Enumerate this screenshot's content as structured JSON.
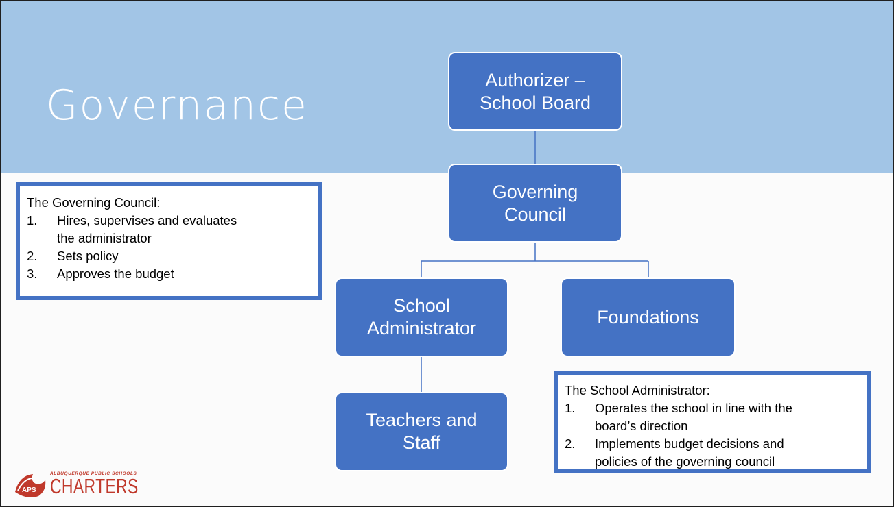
{
  "slide": {
    "title": "Governance"
  },
  "org_chart": {
    "nodes": [
      {
        "id": "authorizer",
        "lines": [
          "Authorizer –",
          "School Board"
        ]
      },
      {
        "id": "governing-council",
        "lines": [
          "Governing",
          "Council"
        ]
      },
      {
        "id": "school-administrator",
        "lines": [
          "School",
          "Administrator"
        ]
      },
      {
        "id": "foundations",
        "lines": [
          "Foundations"
        ]
      },
      {
        "id": "teachers-staff",
        "lines": [
          "Teachers and",
          "Staff"
        ]
      }
    ],
    "edges": [
      [
        "authorizer",
        "governing-council"
      ],
      [
        "governing-council",
        "school-administrator"
      ],
      [
        "governing-council",
        "foundations"
      ],
      [
        "school-administrator",
        "teachers-staff"
      ]
    ]
  },
  "callouts": {
    "governing_council": {
      "heading": "The Governing Council:",
      "items": [
        {
          "num": "1.",
          "lines": [
            "Hires, supervises and evaluates",
            "the administrator"
          ]
        },
        {
          "num": "2.",
          "lines": [
            "Sets policy"
          ]
        },
        {
          "num": "3.",
          "lines": [
            "Approves the budget"
          ]
        }
      ]
    },
    "school_administrator": {
      "heading": "The School Administrator:",
      "items": [
        {
          "num": "1.",
          "lines": [
            "Operates the school in line with the",
            "board’s direction"
          ]
        },
        {
          "num": "2.",
          "lines": [
            "Implements budget decisions and",
            "policies of the governing council"
          ]
        }
      ]
    }
  },
  "logo": {
    "small_text": "ALBUQUERQUE PUBLIC SCHOOLS",
    "big_text": "CHARTERS",
    "mark_text": "APS"
  },
  "colors": {
    "header_band": "#a2c5e6",
    "node_fill": "#4472c4",
    "connector": "#4472c4",
    "logo_red": "#c0392b"
  }
}
